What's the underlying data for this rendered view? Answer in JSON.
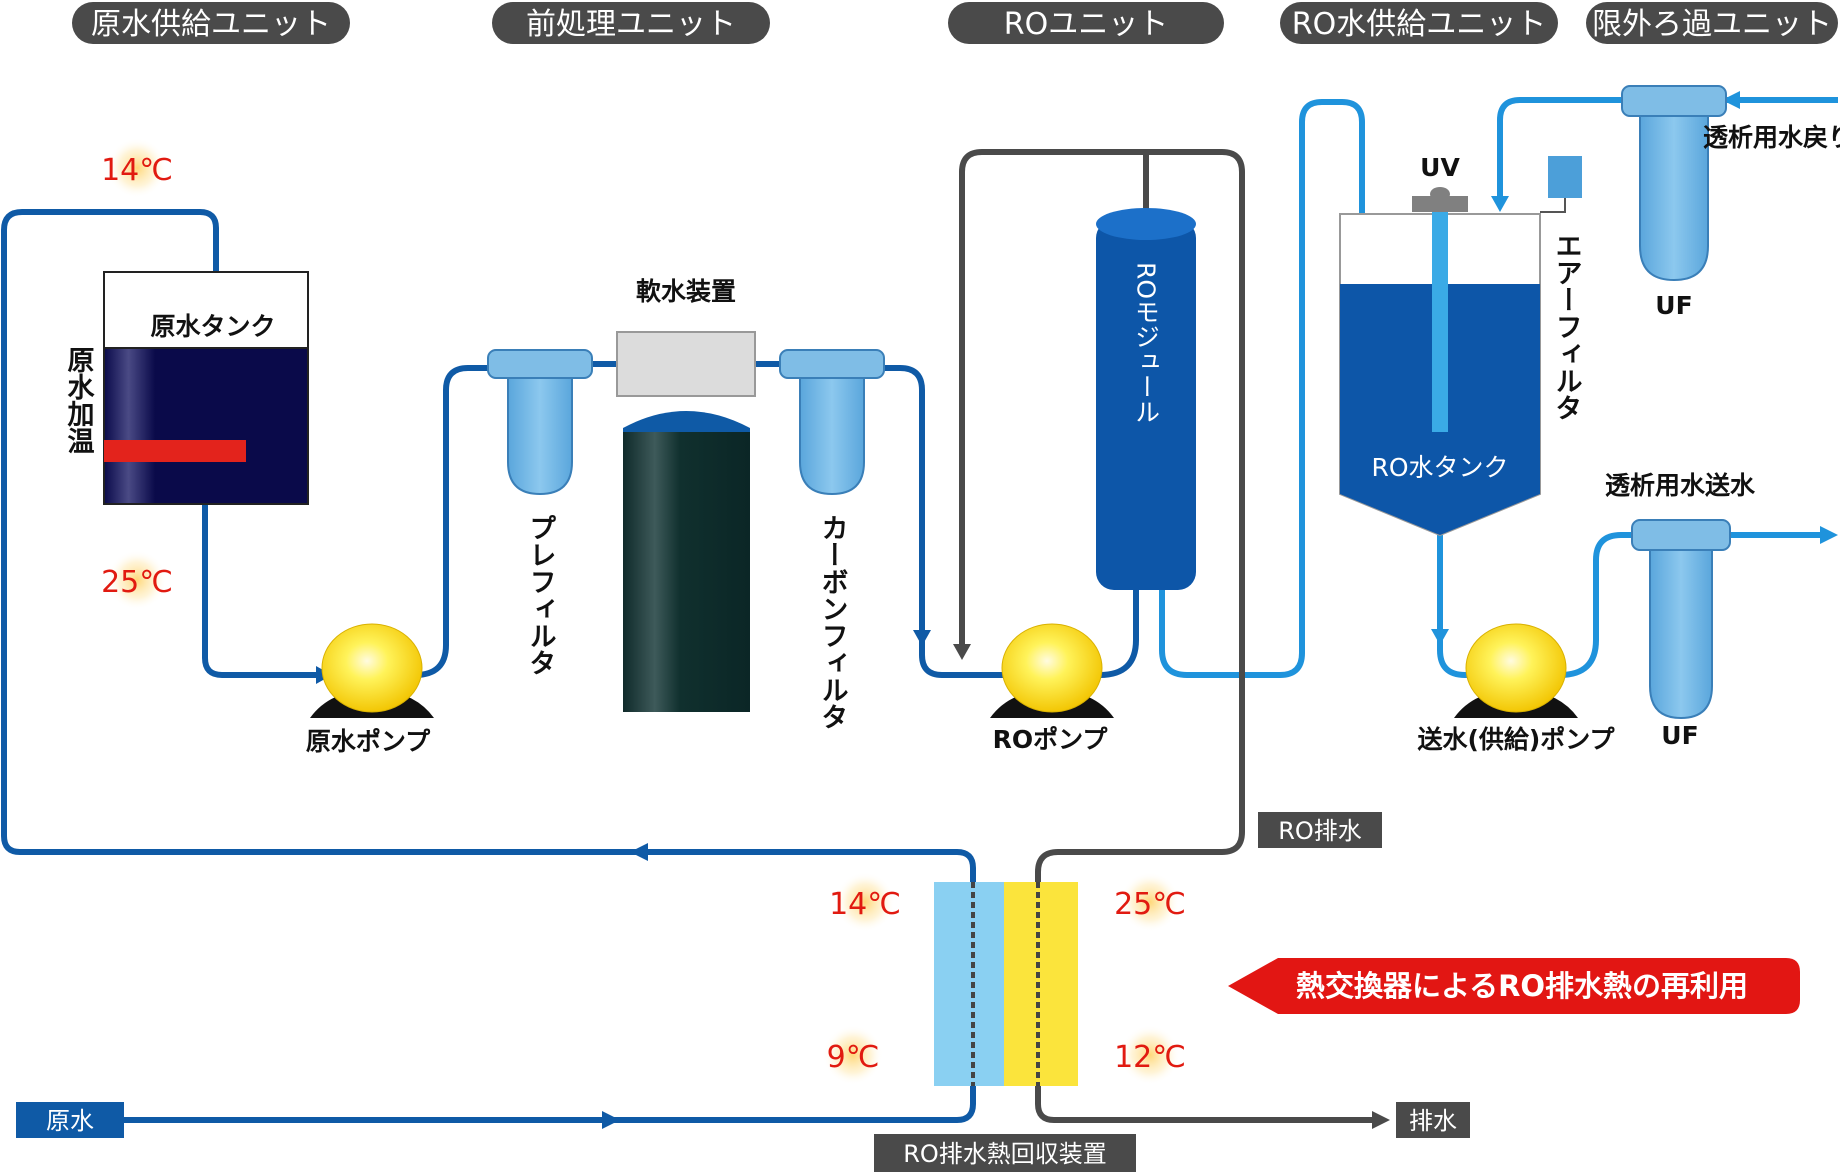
{
  "units": {
    "raw_water_supply": "原水供給ユニット",
    "pretreatment": "前処理ユニット",
    "ro": "ROユニット",
    "ro_water_supply": "RO水供給ユニット",
    "ultrafiltration": "限外ろ過ユニット"
  },
  "equipment": {
    "raw_water_tank": "原水タンク",
    "raw_water_heating": "原水加温",
    "raw_water_pump": "原水ポンプ",
    "water_softener": "軟水装置",
    "prefilter": "プレフィルタ",
    "carbon_filter": "カーボンフィルタ",
    "ro_module": "ROモジュール",
    "ro_pump": "ROポンプ",
    "ro_water_tank": "RO水タンク",
    "uv": "UV",
    "air_filter": "エアーフィルタ",
    "uf_top": "UF",
    "uf_bottom": "UF",
    "supply_pump": "送水(供給)ポンプ",
    "dialysis_return": "透析用水戻り",
    "dialysis_send": "透析用水送水"
  },
  "tags": {
    "ro_drain": "RO排水",
    "drain": "排水",
    "raw_water": "原水",
    "heat_recovery": "RO排水熱回収装置"
  },
  "temperatures": {
    "tank_in": "14℃",
    "tank_out": "25℃",
    "hx_cold_out": "14℃",
    "hx_hot_in": "25℃",
    "hx_cold_in": "9℃",
    "hx_hot_out": "12℃"
  },
  "callout": "熱交換器によるRO排水熱の再利用",
  "colors": {
    "unit_label_bg": "#4a4a4a",
    "pipe_dark_blue": "#0f5aa6",
    "pipe_light_blue": "#1f93dc",
    "pipe_gray": "#4a4a4a",
    "filter_blue": "#6eb3e3",
    "pump_yellow": "#ffe936",
    "ro_module_blue": "#0d56a8",
    "tank_navy": "#0a0a4a",
    "heater_red": "#e3231c",
    "temp_red": "#e11a10",
    "callout_red": "#e21613"
  }
}
